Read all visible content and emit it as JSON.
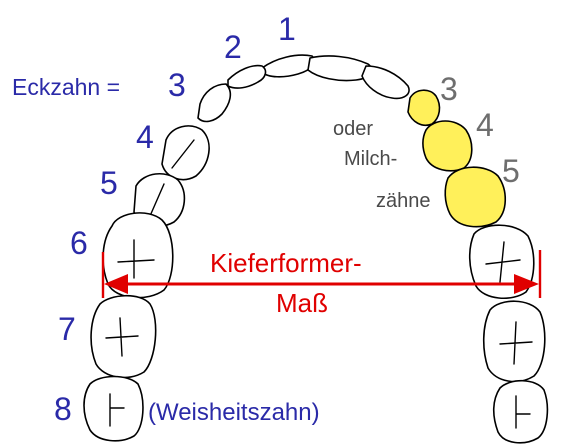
{
  "colors": {
    "blue_numbers": "#2a2aa8",
    "grey_text": "#6e6e6e",
    "red_measure": "#e00000",
    "milk_teeth_fill": "#fff05a"
  },
  "left_labels": {
    "n1": "1",
    "n2": "2",
    "eckzahn_text": "Eckzahn = ",
    "n3": "3",
    "n4": "4",
    "n5": "5",
    "n6": "6",
    "n7": "7",
    "n8": "8",
    "weisheitszahn": "(Weisheitszahn)"
  },
  "right_labels": {
    "n3": "3",
    "n4": "4",
    "n5": "5",
    "oder": "oder",
    "milch": "Milch-",
    "zaehne": "zähne"
  },
  "measure": {
    "line1": "Kieferformer-",
    "line2": "Maß"
  }
}
